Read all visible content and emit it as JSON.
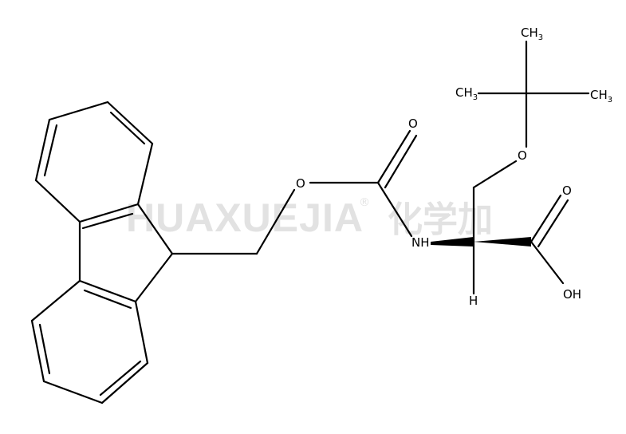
{
  "watermark": {
    "latin": "HUAXUEJIA",
    "registered": "®",
    "chinese": "化学加"
  },
  "atoms": {
    "o_ester": "O",
    "o_carbonyl": "O",
    "nh": "NH",
    "h_stereo": "H",
    "o_ether": "O",
    "ch3_top": "CH",
    "ch3_top_sub": "3",
    "ch3_left": "CH",
    "ch3_left_sub": "3",
    "ch3_right": "CH",
    "ch3_right_sub": "3",
    "o_acid_carbonyl": "O",
    "oh": "OH"
  }
}
